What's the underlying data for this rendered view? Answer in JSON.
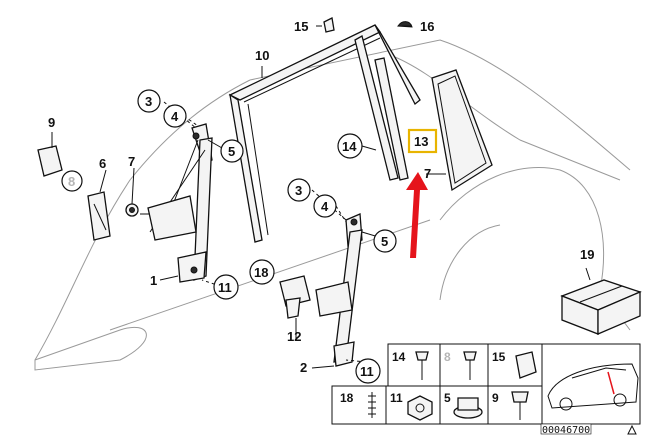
{
  "callouts": {
    "c15": "15",
    "c16": "16",
    "c10": "10",
    "c9": "9",
    "c3a": "3",
    "c4a": "4",
    "c5a": "5",
    "c6": "6",
    "c7a": "7",
    "c8": "8",
    "c1": "1",
    "c11a": "11",
    "c14": "14",
    "c13": "13",
    "c7b": "7",
    "c3b": "3",
    "c4b": "4",
    "c5b": "5",
    "c18": "18",
    "c12": "12",
    "c2": "2",
    "c11b": "11",
    "c19": "19"
  },
  "panel": {
    "p14": "14",
    "p8": "8",
    "p15": "15",
    "p18": "18",
    "p11": "11",
    "p5": "5",
    "p9": "9"
  },
  "reference_number": "00046700",
  "colors": {
    "highlight": "#e8b400",
    "arrow": "#e5141b",
    "ink": "#111111",
    "ghost": "#9a9a9a"
  },
  "icons": {
    "arrow": "red-arrow-icon",
    "corner": "triangle-icon"
  }
}
